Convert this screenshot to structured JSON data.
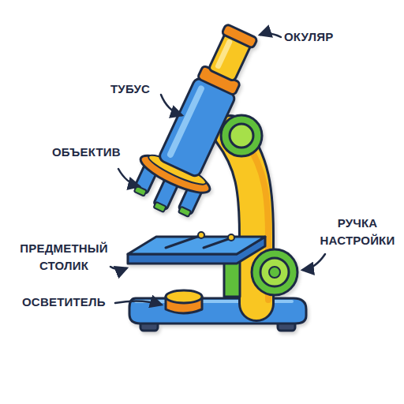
{
  "diagram": {
    "labels": [
      "ОКУЛЯР",
      "ТУБУС",
      "ОБЪЕКТИВ",
      "ПРЕДМЕТНЫЙ СТОЛИК",
      "ОСВЕТИТЕЛЬ",
      "РУЧКА НАСТРОЙКИ"
    ]
  }
}
